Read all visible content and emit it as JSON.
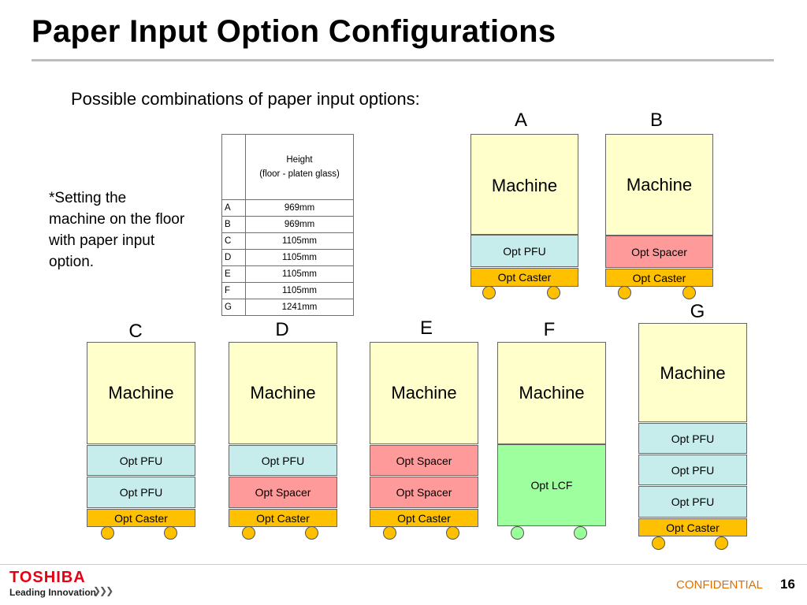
{
  "title": "Paper Input Option Configurations",
  "subtitle": "Possible combinations of paper input options:",
  "note": "*Setting the machine on the floor with paper input option.",
  "table": {
    "header": "Height\n(floor - platen glass)",
    "rows": [
      {
        "label": "A",
        "value": "969mm"
      },
      {
        "label": "B",
        "value": "969mm"
      },
      {
        "label": "C",
        "value": "1105mm"
      },
      {
        "label": "D",
        "value": "1105mm"
      },
      {
        "label": "E",
        "value": "1105mm"
      },
      {
        "label": "F",
        "value": "1105mm"
      },
      {
        "label": "G",
        "value": "1241mm"
      }
    ]
  },
  "configs": [
    {
      "letter": "A",
      "machine": "Machine",
      "options": [
        "Opt  PFU"
      ],
      "caster": "Opt Caster"
    },
    {
      "letter": "B",
      "machine": "Machine",
      "options": [
        "Opt Spacer"
      ],
      "caster": "Opt Caster"
    },
    {
      "letter": "C",
      "machine": "Machine",
      "options": [
        "Opt  PFU",
        "Opt  PFU"
      ],
      "caster": "Opt Caster"
    },
    {
      "letter": "D",
      "machine": "Machine",
      "options": [
        "Opt  PFU",
        "Opt Spacer"
      ],
      "caster": "Opt Caster"
    },
    {
      "letter": "E",
      "machine": "Machine",
      "options": [
        "Opt  Spacer",
        "Opt  Spacer"
      ],
      "caster": "Opt Caster"
    },
    {
      "letter": "F",
      "machine": "Machine",
      "options": [
        "Opt LCF"
      ],
      "caster": ""
    },
    {
      "letter": "G",
      "machine": "Machine",
      "options": [
        "Opt  PFU",
        "Opt  PFU",
        "Opt  PFU"
      ],
      "caster": "Opt Caster"
    }
  ],
  "colors": {
    "machine": "#ffffcc",
    "pfu": "#c6ecec",
    "spacer": "#ff9a9a",
    "lcf": "#9eff9e",
    "caster": "#ffc000",
    "brand": "#e60012",
    "confidential": "#e07000"
  },
  "footer": {
    "brand": "TOSHIBA",
    "tagline": "Leading Innovation",
    "tagline_icon": "chevron-arrows-icon",
    "confidential": "CONFIDENTIAL",
    "page": "16"
  }
}
